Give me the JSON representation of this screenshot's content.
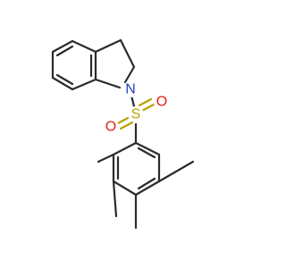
{
  "molecule": {
    "atoms": {
      "nitrogen": {
        "label": "N",
        "color": "#1f3fbf"
      },
      "sulfur": {
        "label": "S",
        "color": "#b8a200"
      },
      "oxygen_left": {
        "label": "O",
        "color": "#e02020"
      },
      "oxygen_right": {
        "label": "O",
        "color": "#e02020"
      }
    },
    "bond_color": "#2b2b2b"
  }
}
